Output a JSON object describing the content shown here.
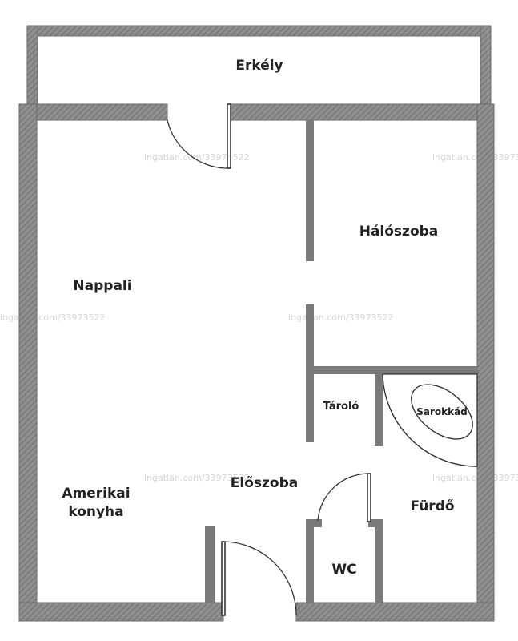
{
  "rooms": {
    "erkely": "Erkély",
    "haloszoba": "Hálószoba",
    "nappali": "Nappali",
    "tarolo": "Tároló",
    "sarokkad": "Sarokkád",
    "amerikai_line1": "Amerikai",
    "amerikai_line2": "konyha",
    "eloszoba": "Előszoba",
    "furdo": "Fürdő",
    "wc": "WC"
  },
  "watermark": "ingatlan.com/33973522",
  "colors": {
    "wall": "#8c8c8c",
    "text": "#222222"
  }
}
